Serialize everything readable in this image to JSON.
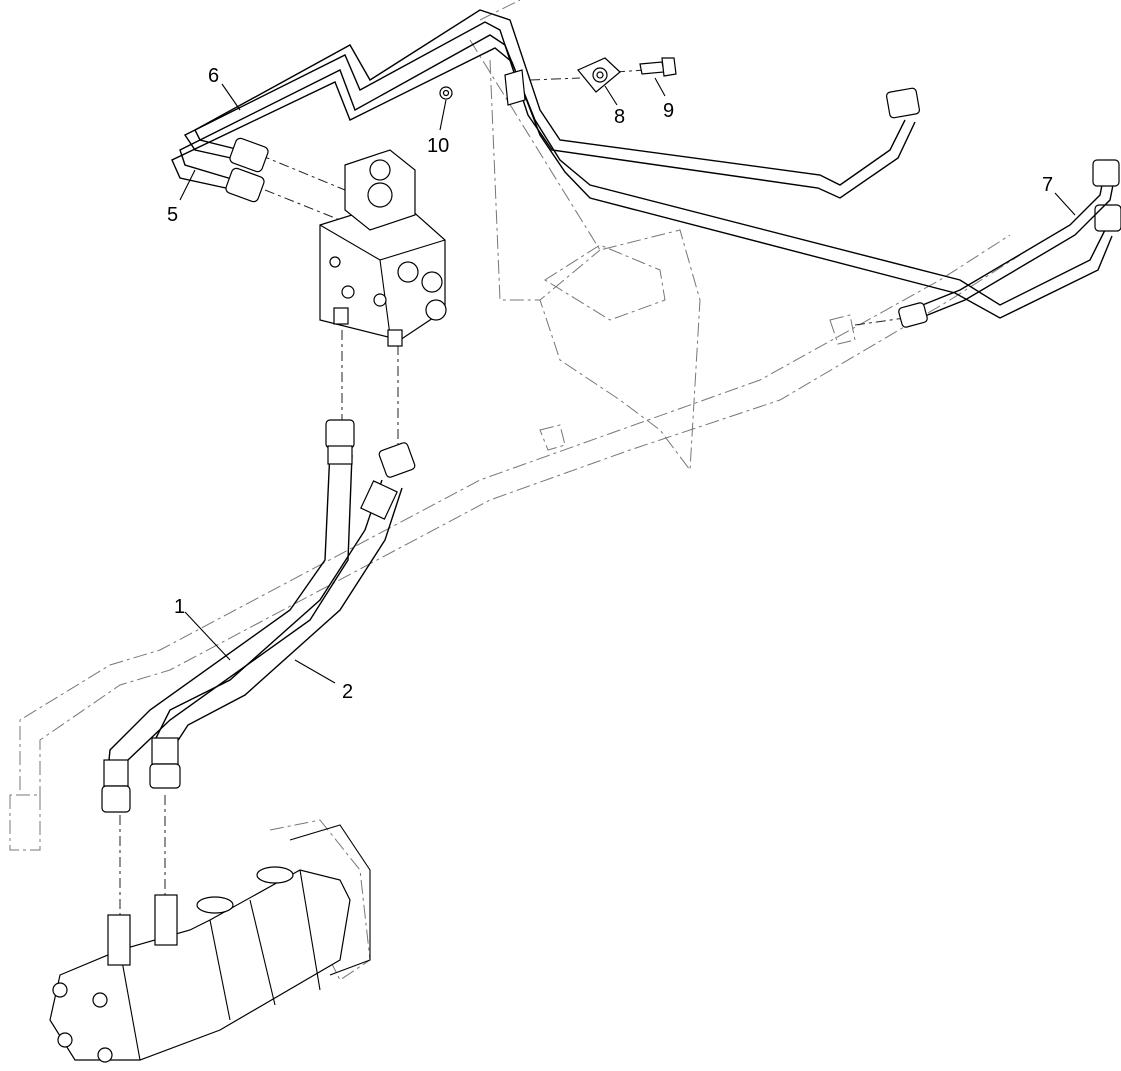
{
  "diagram": {
    "callouts": [
      {
        "id": "1",
        "label": "1"
      },
      {
        "id": "2",
        "label": "2"
      },
      {
        "id": "5",
        "label": "5"
      },
      {
        "id": "6",
        "label": "6"
      },
      {
        "id": "7",
        "label": "7"
      },
      {
        "id": "8",
        "label": "8"
      },
      {
        "id": "9",
        "label": "9"
      },
      {
        "id": "10",
        "label": "10"
      }
    ]
  }
}
